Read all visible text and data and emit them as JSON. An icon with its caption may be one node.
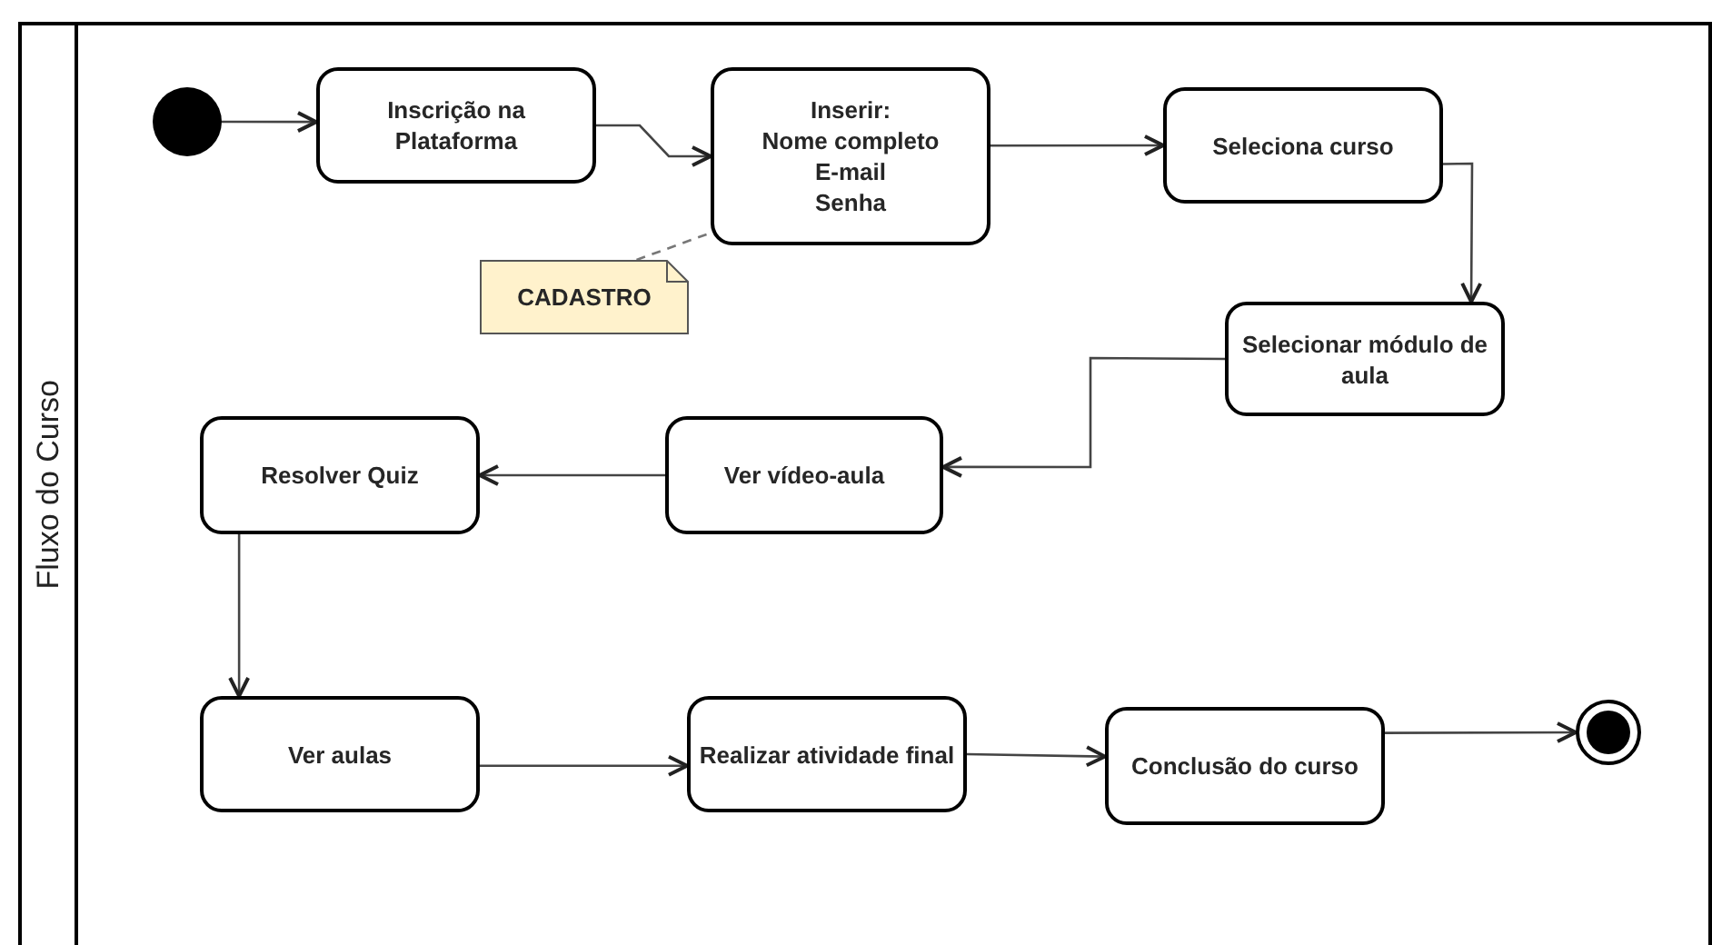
{
  "diagram": {
    "nodes": [
      {
        "text": [
          "Fluxo do Curso"
        ]
      },
      {
        "text": [],
        "shape": "circle",
        "in": 0
      },
      {
        "text": [
          "Inscrição na Plataforma"
        ],
        "in": 0
      },
      {
        "text": [
          "Inserir:",
          "Nome completo",
          "E-mail",
          "Senha"
        ],
        "in": 0
      },
      {
        "text": [
          "Seleciona curso"
        ],
        "in": 0
      },
      {
        "text": [
          "CADASTRO"
        ],
        "in": 0
      },
      {
        "text": [
          "Selecionar módulo de aula"
        ],
        "in": 0
      },
      {
        "text": [
          "Resolver Quiz"
        ],
        "in": 0
      },
      {
        "text": [
          "Ver vídeo-aula"
        ],
        "in": 0
      },
      {
        "text": [
          "Ver aulas"
        ],
        "in": 0
      },
      {
        "text": [
          "Realizar atividade final"
        ],
        "in": 0
      },
      {
        "text": [
          "Conclusão do curso"
        ],
        "in": 0
      },
      {
        "text": [],
        "shape": "bullseye",
        "in": 0
      }
    ],
    "edges": [
      {
        "from": 1,
        "to": 2,
        "arrow": "to"
      },
      {
        "from": 2,
        "to": 3,
        "arrow": "to"
      },
      {
        "from": 3,
        "to": 4,
        "arrow": "to"
      },
      {
        "from": 4,
        "to": 6,
        "arrow": "to"
      },
      {
        "from": 6,
        "to": 8,
        "arrow": "to"
      },
      {
        "from": 8,
        "to": 7,
        "arrow": "to"
      },
      {
        "from": 7,
        "to": 9,
        "arrow": "to"
      },
      {
        "from": 9,
        "to": 10,
        "arrow": "to"
      },
      {
        "from": 10,
        "to": 11,
        "arrow": "to"
      },
      {
        "from": 11,
        "to": 12,
        "arrow": "to"
      },
      {
        "from": 5,
        "to": 3,
        "arrow": "none",
        "style": "dashed"
      }
    ]
  }
}
